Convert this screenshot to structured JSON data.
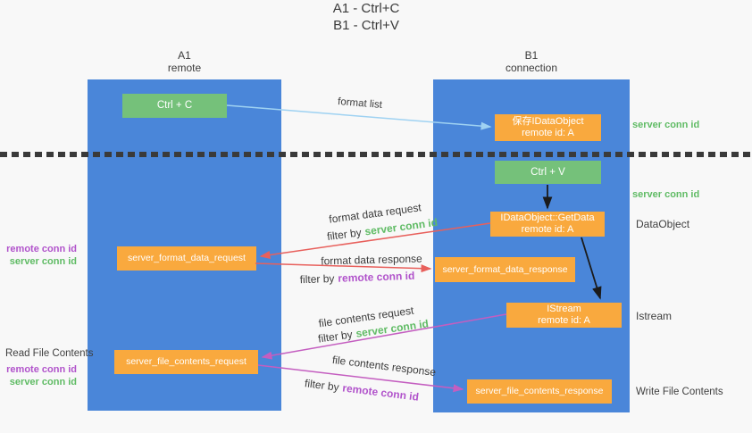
{
  "title": {
    "line1": "A1 - Ctrl+C",
    "line2": "B1 - Ctrl+V"
  },
  "columns": {
    "left": {
      "name": "A1",
      "role": "remote"
    },
    "right": {
      "name": "B1",
      "role": "connection"
    }
  },
  "boxes": {
    "ctrl_c": {
      "label": "Ctrl + C"
    },
    "ctrl_v": {
      "label": "Ctrl + V"
    },
    "save_dataobject": {
      "line1": "保存IDataObject",
      "line2": "remote id: A"
    },
    "getdata": {
      "line1": "IDataObject::GetData",
      "line2": "remote id: A"
    },
    "istream": {
      "line1": "IStream",
      "line2": "remote id: A"
    },
    "server_format_data_request": {
      "label": "server_format_data_request"
    },
    "server_format_data_response": {
      "label": "server_format_data_response"
    },
    "server_file_contents_request": {
      "label": "server_file_contents_request"
    },
    "server_file_contents_response": {
      "label": "server_file_contents_response"
    }
  },
  "arrow_labels": {
    "format_list": "format list",
    "format_data_request": "format data request",
    "format_data_response": "format data response",
    "file_contents_request": "file contents request",
    "file_contents_response": "file contents response",
    "filter_by": "filter by"
  },
  "side_labels": {
    "server_conn_id": "server conn id",
    "remote_conn_id": "remote conn id",
    "read_file_contents": "Read File Contents",
    "write_file_contents": "Write File Contents",
    "dataobject": "DataObject",
    "istream": "Istream"
  },
  "colors": {
    "column_blue": "#4a86d9",
    "box_green": "#75c17a",
    "box_orange": "#f9a93e",
    "arrow_lightblue": "#9fd2f2",
    "arrow_red": "#e8605c",
    "arrow_magenta": "#c45ec0",
    "arrow_black": "#1b1b1b",
    "text_green": "#5fbb64",
    "text_purple": "#b153cb",
    "text_dark": "#3c3c3c"
  }
}
